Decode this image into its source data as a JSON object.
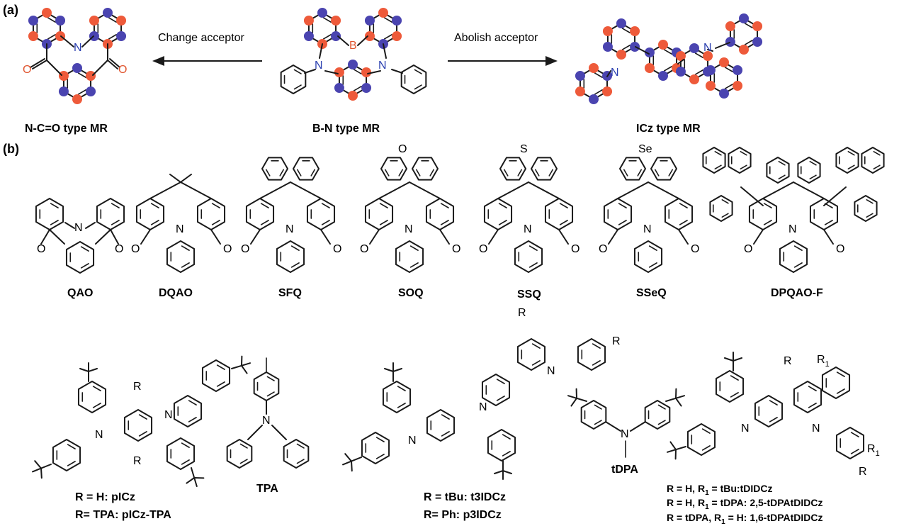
{
  "panel_a": {
    "tag": "(a)",
    "arrow_left_text": "Change acceptor",
    "arrow_right_text": "Abolish acceptor",
    "caption_left": "N-C=O type MR",
    "caption_center": "B-N type MR",
    "caption_right": "ICz type MR",
    "atoms": {
      "n": "N",
      "o": "O",
      "b": "B"
    },
    "colors": {
      "orange": "#ee5a3a",
      "blue": "#4a44b0",
      "heteroatom_blue": "#2a3fb0",
      "heteroatom_orange": "#e0552f"
    }
  },
  "panel_b": {
    "tag": "(b)",
    "compounds": [
      "QAO",
      "DQAO",
      "SFQ",
      "SOQ",
      "SSQ",
      "SSeQ",
      "DPQAO-F"
    ],
    "bridge_atoms": {
      "soq": "O",
      "ssq": "S",
      "sseq": "Se"
    },
    "atom_n": "N",
    "atom_o": "O",
    "icz_substituent_r": "R",
    "icz_substituent_r1": "R",
    "icz_subscript_1": "1",
    "tpa_label": "TPA",
    "tdpa_label": "tDPA",
    "captions_picz": [
      "R = H: pICz",
      "R= TPA: pICz-TPA"
    ],
    "captions_t3idcz": [
      "R = tBu: t3IDCz",
      "R= Ph: p3IDCz"
    ],
    "captions_tdidcz": [
      {
        "prefix": "R = H, R",
        "sub": "1",
        "suffix": " = tBu:tDIDCz"
      },
      {
        "prefix": "R = H, R",
        "sub": "1",
        "suffix": " = tDPA: 2,5-tDPAtDIDCz"
      },
      {
        "prefix": "R = tDPA, R",
        "sub": "1",
        "suffix": " = H: 1,6-tDPAtDIDCz"
      }
    ]
  }
}
